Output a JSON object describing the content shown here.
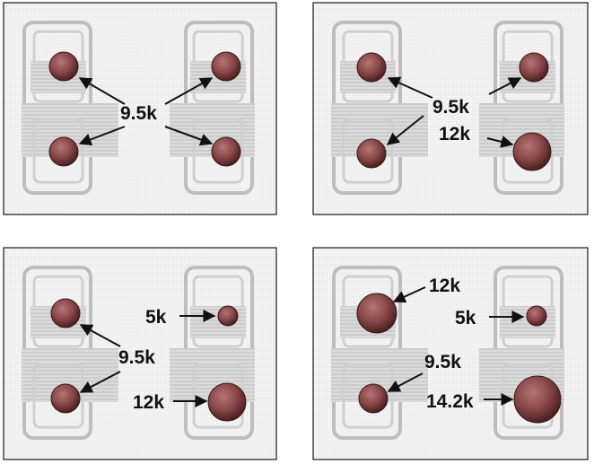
{
  "panels": [
    {
      "burners": [
        {
          "position": "left-rear",
          "rating": "9.5k",
          "size": "standard"
        },
        {
          "position": "left-front",
          "rating": "9.5k",
          "size": "standard"
        },
        {
          "position": "right-rear",
          "rating": "9.5k",
          "size": "standard"
        },
        {
          "position": "right-front",
          "rating": "9.5k",
          "size": "standard"
        }
      ],
      "labels": [
        "9.5k"
      ]
    },
    {
      "burners": [
        {
          "position": "left-rear",
          "rating": "9.5k",
          "size": "standard"
        },
        {
          "position": "left-front",
          "rating": "9.5k",
          "size": "standard"
        },
        {
          "position": "right-rear",
          "rating": "9.5k",
          "size": "standard"
        },
        {
          "position": "right-front",
          "rating": "12k",
          "size": "large"
        }
      ],
      "labels": [
        "9.5k",
        "12k"
      ]
    },
    {
      "burners": [
        {
          "position": "left-rear",
          "rating": "9.5k",
          "size": "standard"
        },
        {
          "position": "left-front",
          "rating": "9.5k",
          "size": "standard"
        },
        {
          "position": "right-rear",
          "rating": "5k",
          "size": "small"
        },
        {
          "position": "right-front",
          "rating": "12k",
          "size": "large"
        }
      ],
      "labels": [
        "9.5k",
        "5k",
        "12k"
      ]
    },
    {
      "burners": [
        {
          "position": "left-rear",
          "rating": "12k",
          "size": "large"
        },
        {
          "position": "left-front",
          "rating": "9.5k",
          "size": "standard"
        },
        {
          "position": "right-rear",
          "rating": "5k",
          "size": "small"
        },
        {
          "position": "right-front",
          "rating": "14.2k",
          "size": "extra-large"
        }
      ],
      "labels": [
        "12k",
        "9.5k",
        "5k",
        "14.2k"
      ]
    }
  ],
  "colors": {
    "burner_dark": "#5a2a2a",
    "burner_mid": "#8a4848",
    "burner_light": "#b57575",
    "outline": "#1a1a1a",
    "hatch": "#b0b0b0"
  }
}
